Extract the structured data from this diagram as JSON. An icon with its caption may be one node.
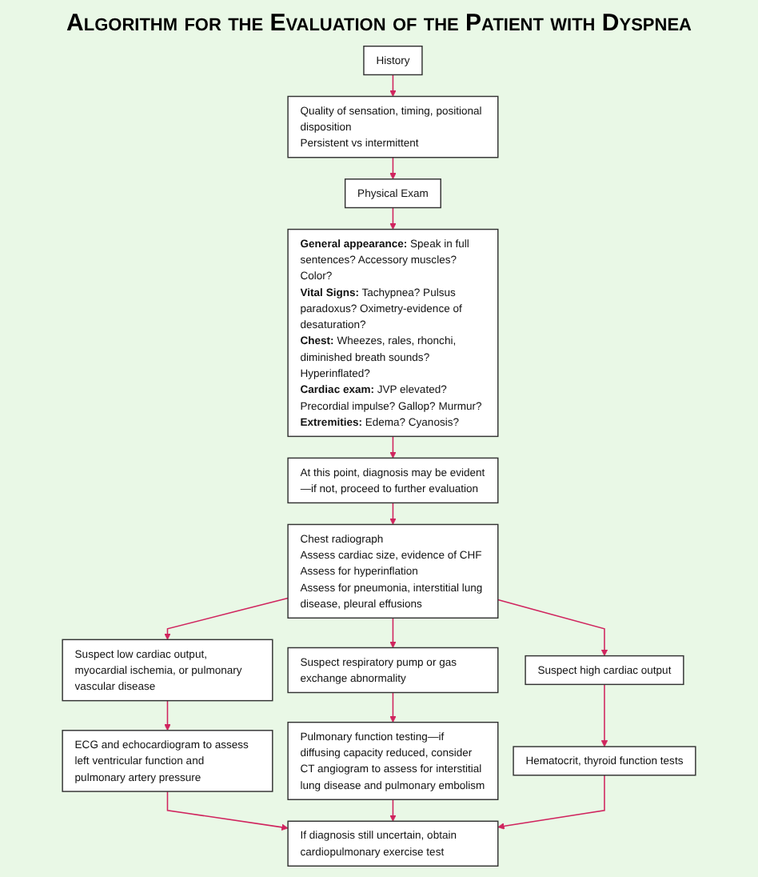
{
  "diagram": {
    "title": "Algorithm for the Evaluation of the Patient with Dyspnea",
    "nodes": [
      {
        "text": [
          "History"
        ]
      },
      {
        "text": [
          "Quality of sensation, timing, positional disposition",
          "Persistent vs intermittent"
        ]
      },
      {
        "text": [
          "Physical Exam"
        ]
      },
      {
        "text": [
          "**General appearance:** Speak in full sentences? Accessory muscles? Color?",
          "**Vital Signs:** Tachypnea? Pulsus paradoxus? Oximetry-evidence of desaturation?",
          "**Chest:** Wheezes, rales, rhonchi, diminished breath sounds? Hyperinflated?",
          "**Cardiac exam:** JVP elevated? Precordial impulse? Gallop? Murmur?",
          "**Extremities:** Edema? Cyanosis?"
        ]
      },
      {
        "text": [
          "At this point, diagnosis may be evident—if not, proceed to further evaluation"
        ]
      },
      {
        "text": [
          "Chest radiograph",
          "Assess cardiac size, evidence of CHF",
          "Assess for hyperinflation",
          "Assess for pneumonia, interstitial lung disease, pleural effusions"
        ]
      },
      {
        "text": [
          "Suspect low cardiac output, myocardial ischemia, or pulmonary vascular disease"
        ]
      },
      {
        "text": [
          "Suspect respiratory pump or gas exchange abnormality"
        ]
      },
      {
        "text": [
          "Suspect high cardiac output"
        ]
      },
      {
        "text": [
          "ECG and echocardiogram to assess left ventricular function and pulmonary artery pressure"
        ]
      },
      {
        "text": [
          "Pulmonary function testing—if diffusing capacity reduced, consider CT angiogram to assess for interstitial lung disease and pulmonary embolism"
        ]
      },
      {
        "text": [
          "Hematocrit, thyroid function tests"
        ]
      },
      {
        "text": [
          "If diagnosis still uncertain, obtain cardiopulmonary exercise test"
        ]
      }
    ],
    "edges": [
      {
        "from": 0,
        "to": 1,
        "arrow": "to"
      },
      {
        "from": 1,
        "to": 2,
        "arrow": "to"
      },
      {
        "from": 2,
        "to": 3,
        "arrow": "to"
      },
      {
        "from": 3,
        "to": 4,
        "arrow": "to"
      },
      {
        "from": 4,
        "to": 5,
        "arrow": "to"
      },
      {
        "from": 5,
        "to": 6,
        "arrow": "to"
      },
      {
        "from": 5,
        "to": 7,
        "arrow": "to"
      },
      {
        "from": 5,
        "to": 8,
        "arrow": "to"
      },
      {
        "from": 6,
        "to": 9,
        "arrow": "to"
      },
      {
        "from": 7,
        "to": 10,
        "arrow": "to"
      },
      {
        "from": 8,
        "to": 11,
        "arrow": "to"
      },
      {
        "from": 9,
        "to": 12,
        "arrow": "to"
      },
      {
        "from": 10,
        "to": 12,
        "arrow": "to"
      },
      {
        "from": 11,
        "to": 12,
        "arrow": "to"
      }
    ]
  }
}
